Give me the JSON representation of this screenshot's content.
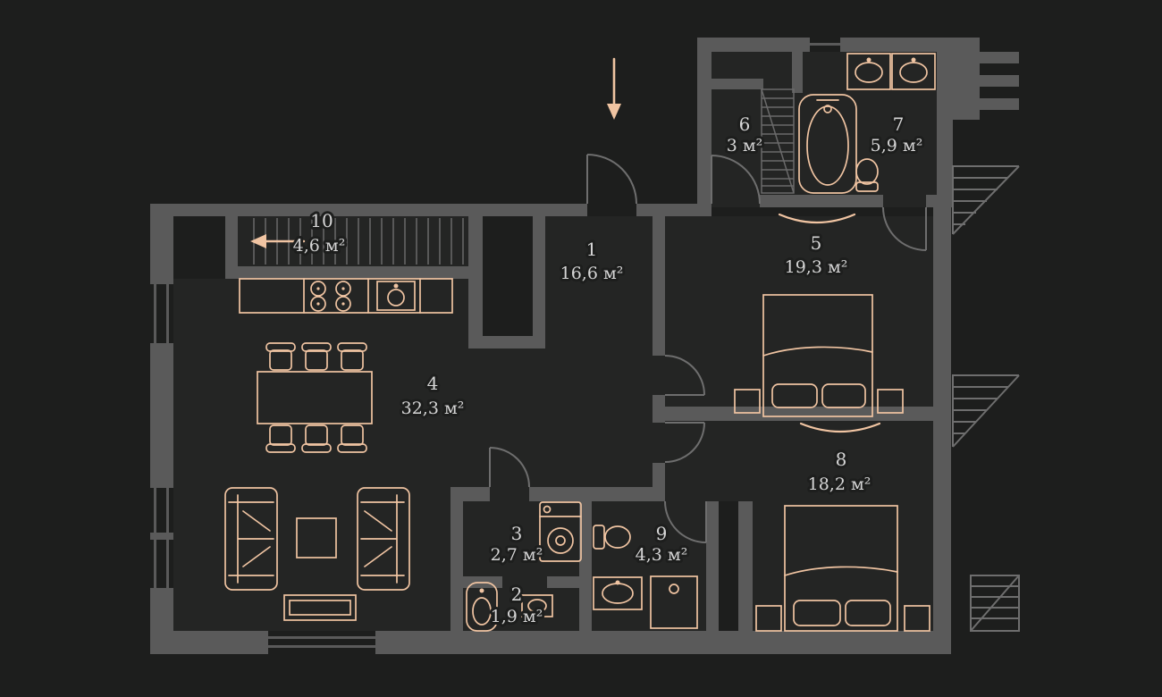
{
  "plan": {
    "type": "apartment-floor-plan",
    "unit": "м²",
    "colors": {
      "background": "#1d1e1d",
      "wall": "#5a5a5a",
      "furniture_accent": "#f0c4a2",
      "label": "#d6d6d6"
    },
    "rooms": [
      {
        "number": "1",
        "area": "16,6 м²"
      },
      {
        "number": "2",
        "area": "1,9 м²"
      },
      {
        "number": "3",
        "area": "2,7 м²"
      },
      {
        "number": "4",
        "area": "32,3 м²"
      },
      {
        "number": "5",
        "area": "19,3 м²"
      },
      {
        "number": "6",
        "area": "3 м²"
      },
      {
        "number": "7",
        "area": "5,9 м²"
      },
      {
        "number": "8",
        "area": "18,2 м²"
      },
      {
        "number": "9",
        "area": "4,3 м²"
      },
      {
        "number": "10",
        "area": "4,6 м²"
      }
    ]
  }
}
